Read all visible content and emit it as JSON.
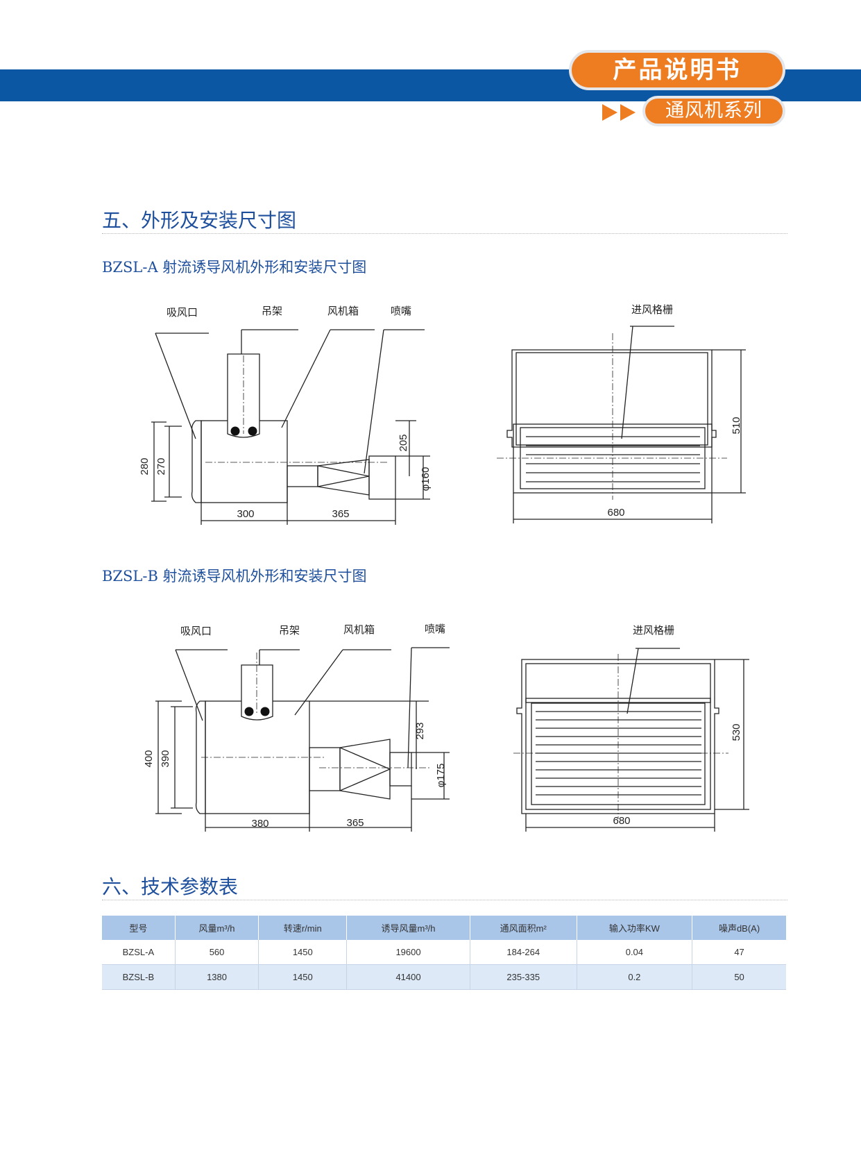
{
  "header": {
    "title": "产品说明书",
    "subtitle": "通风机系列"
  },
  "section5": {
    "heading": "五、外形及安装尺寸图",
    "diagram_a": {
      "caption": "BZSL-A 射流诱导风机外形和安装尺寸图",
      "labels": {
        "inlet": "吸风口",
        "hanger": "吊架",
        "fan_box": "风机箱",
        "nozzle": "喷嘴",
        "grille": "进风格栅"
      },
      "dims": {
        "h_outer": "280",
        "h_inner": "270",
        "nozzle_h": "205",
        "nozzle_dia": "φ160",
        "box_len": "300",
        "nozzle_len": "365",
        "grille_w": "680",
        "grille_h": "510"
      }
    },
    "diagram_b": {
      "caption": "BZSL-B 射流诱导风机外形和安装尺寸图",
      "labels": {
        "inlet": "吸风口",
        "hanger": "吊架",
        "fan_box": "风机箱",
        "nozzle": "喷嘴",
        "grille": "进风格栅"
      },
      "dims": {
        "h_outer": "400",
        "h_inner": "390",
        "nozzle_h": "293",
        "nozzle_dia": "φ175",
        "box_len": "380",
        "nozzle_len": "365",
        "grille_w": "680",
        "grille_h": "530"
      }
    }
  },
  "section6": {
    "heading": "六、技术参数表",
    "columns": [
      "型号",
      "风量m³/h",
      "转速r/min",
      "诱导风量m³/h",
      "通风面积m²",
      "输入功率KW",
      "噪声dB(A)"
    ],
    "rows": [
      [
        "BZSL-A",
        "560",
        "1450",
        "19600",
        "184-264",
        "0.04",
        "47"
      ],
      [
        "BZSL-B",
        "1380",
        "1450",
        "41400",
        "235-335",
        "0.2",
        "50"
      ]
    ]
  }
}
